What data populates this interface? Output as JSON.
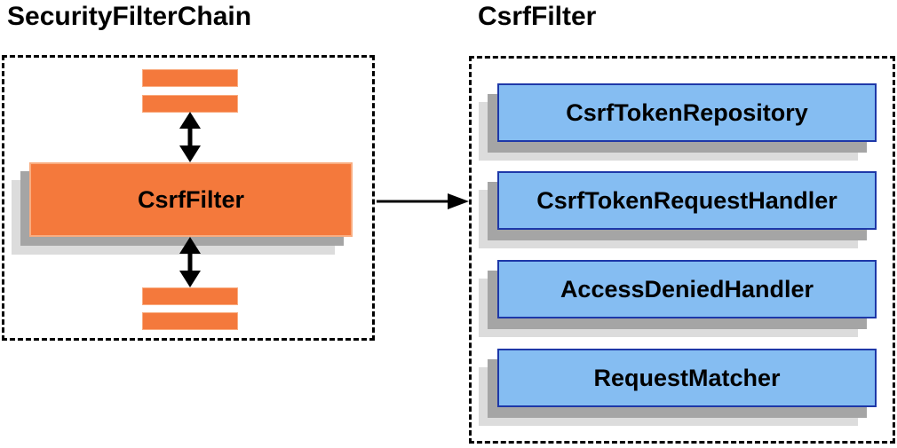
{
  "diagram": {
    "left": {
      "title": "SecurityFilterChain",
      "filter_box_label": "CsrfFilter"
    },
    "right": {
      "title": "CsrfFilter",
      "components": [
        "CsrfTokenRepository",
        "CsrfTokenRequestHandler",
        "AccessDeniedHandler",
        "RequestMatcher"
      ]
    },
    "colors": {
      "orange": "#F4793C",
      "orange_border": "#F9AC80",
      "blue": "#85BDF2",
      "blue_border": "#1E38A8",
      "shadow_dark": "#A5A5A5",
      "shadow_light": "#DCDCDC",
      "arrow": "#000000",
      "text": "#000000"
    }
  }
}
